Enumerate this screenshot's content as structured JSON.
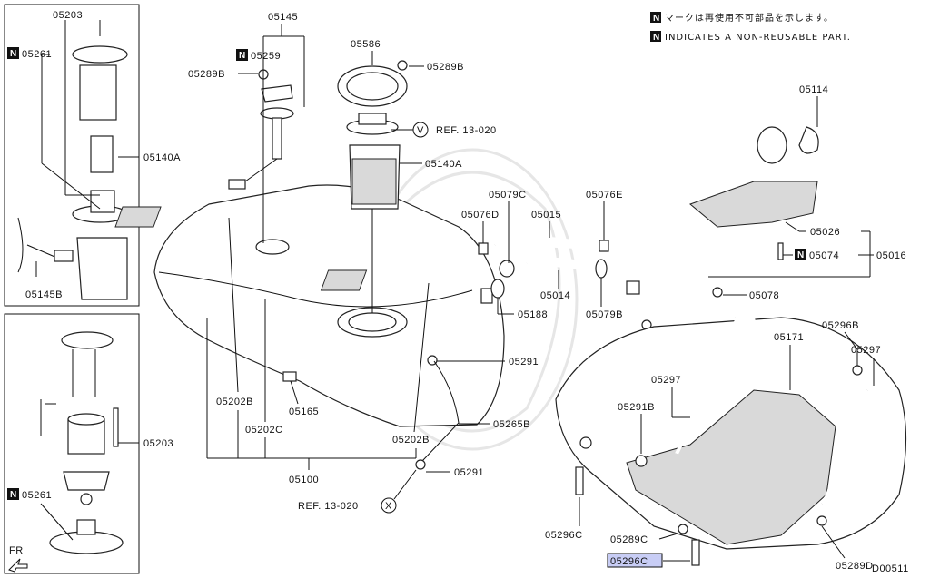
{
  "legend": {
    "badge": "N",
    "line_jp": "マークは再使用不可部品を示します。",
    "line_en": "INDICATES A NON-REUSABLE PART."
  },
  "labels": {
    "l05203a": "05203",
    "l05261a": "05261",
    "l05140a_left": "05140A",
    "l05145b": "05145B",
    "l05203b": "05203",
    "l05261b": "05261",
    "lFR": "FR",
    "l05145": "05145",
    "l05259": "05259",
    "l05289b_a": "05289B",
    "l05586": "05586",
    "l05289b_b": "05289B",
    "lref13_v": "REF. 13-020",
    "lV": "V",
    "l05140a_mid": "05140A",
    "l05079c": "05079C",
    "l05076e": "05076E",
    "l05076d": "05076D",
    "l05015": "05015",
    "l05014": "05014",
    "l05188": "05188",
    "l05079b": "05079B",
    "l05114": "05114",
    "l05026": "05026",
    "l05074": "05074",
    "l05016": "05016",
    "l05078a": "05078",
    "l05078b": "05078",
    "l05291a": "05291",
    "l05202b_a": "05202B",
    "l05202c": "05202C",
    "l05165": "05165",
    "l05202b_b": "05202B",
    "l05265b": "05265B",
    "l05100": "05100",
    "l05291b": "05291",
    "lref13_x": "REF. 13-020",
    "lX": "X",
    "l05171": "05171",
    "l05296b": "05296B",
    "l05297a": "05297",
    "l05297b": "05297",
    "l05291bb": "05291B",
    "l05296c_a": "05296C",
    "l05289c": "05289C",
    "l05296c_b": "05296C",
    "l05289d": "05289D",
    "diagram_code": "D00511"
  },
  "highlight_color": "#c8cdf5"
}
